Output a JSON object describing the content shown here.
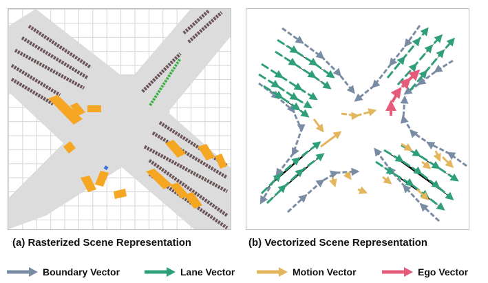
{
  "panels": {
    "a": {
      "caption": "(a) Rasterized Scene Representation"
    },
    "b": {
      "caption": "(b) Vectorized Scene Representation"
    }
  },
  "legend": [
    {
      "key": "boundary",
      "label": "Boundary Vector",
      "color": "#7a8ca3"
    },
    {
      "key": "lane",
      "label": "Lane Vector",
      "color": "#2f9e7a"
    },
    {
      "key": "motion",
      "label": "Motion Vector",
      "color": "#e3b65e"
    },
    {
      "key": "ego",
      "label": "Ego Vector",
      "color": "#e65a7a"
    }
  ],
  "colors": {
    "road": "#dcdcdc",
    "lane_raster": "#6b5457",
    "agent_raster": "#f5a623",
    "ego_raster": "#3cb043",
    "grid": "#d6d6d6",
    "pedestrian": "#3b6fd9"
  }
}
